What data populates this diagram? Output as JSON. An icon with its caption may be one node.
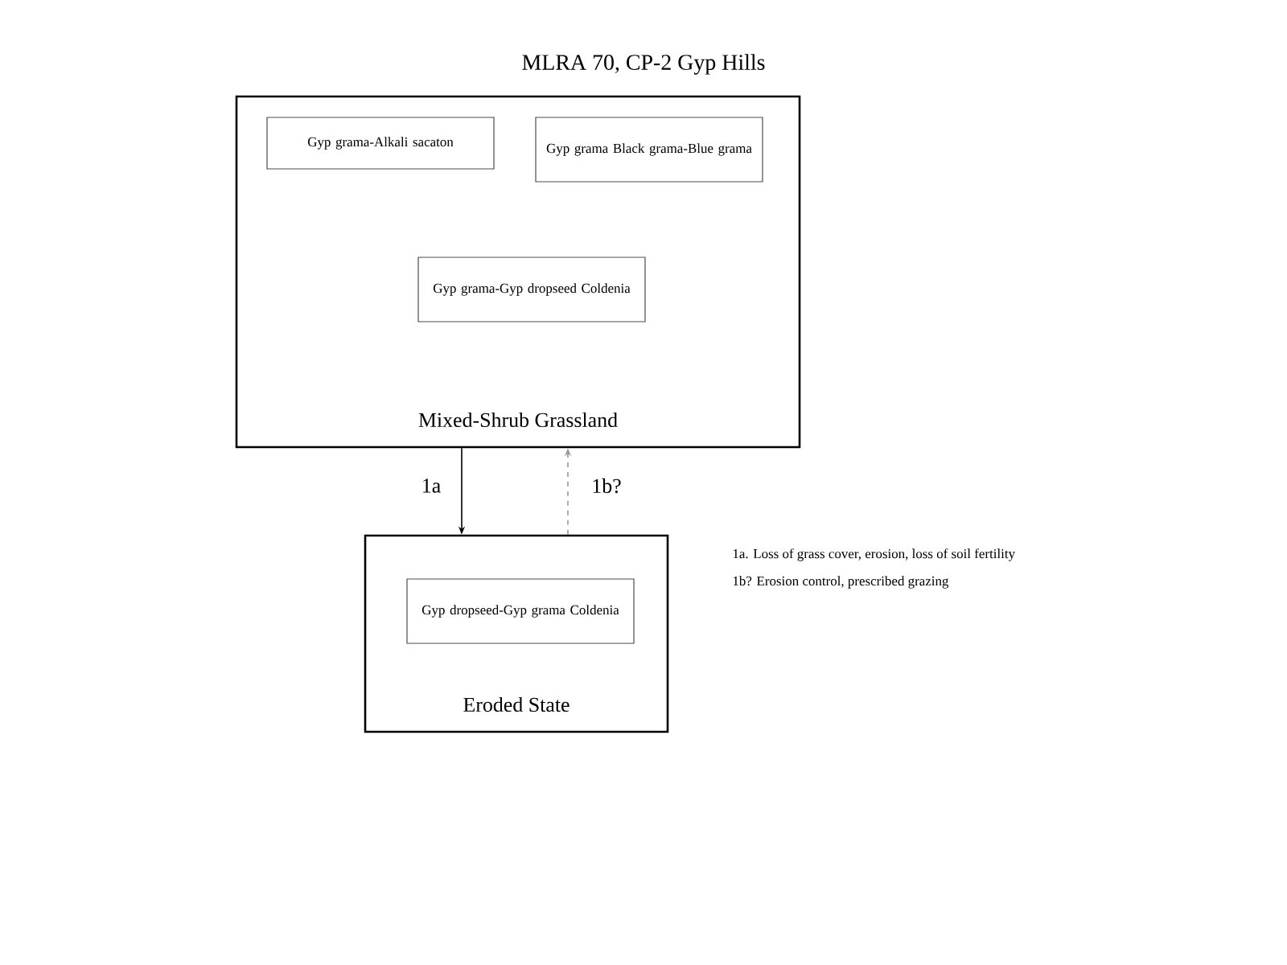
{
  "diagram": {
    "title": "MLRA 70, CP-2 Gyp Hills",
    "nodes": [
      {
        "text": [
          "Mixed-Shrub Grassland"
        ]
      },
      {
        "text": [
          "Gyp grama-Alkali sacaton"
        ],
        "in": 0
      },
      {
        "text": [
          "Gyp grama Black grama-Blue grama"
        ],
        "in": 0
      },
      {
        "text": [
          "Gyp grama-Gyp dropseed Coldenia"
        ],
        "in": 0
      },
      {
        "text": [
          "Eroded State"
        ]
      },
      {
        "text": [
          "Gyp dropseed-Gyp grama Coldenia"
        ],
        "in": 4
      }
    ],
    "edges": [
      {
        "from": 0,
        "to": 4,
        "arrow": "to",
        "label": "1a"
      },
      {
        "from": 4,
        "to": 0,
        "arrow": "to",
        "label": "1b?",
        "style": "dashed",
        "color": "#999999"
      }
    ],
    "labels": [
      "1a. Loss of grass cover, erosion, loss of soil fertility",
      "1b? Erosion control, prescribed grazing"
    ]
  }
}
